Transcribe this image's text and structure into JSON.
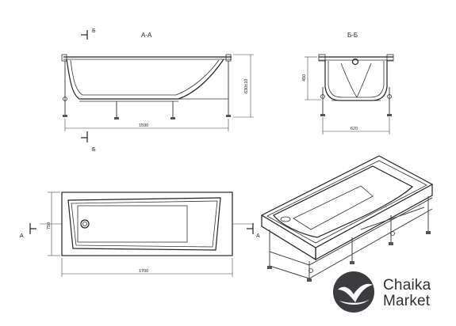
{
  "diagram": {
    "section_aa_title": "А-А",
    "section_bb_title": "Б-Б",
    "cut_marker_b": "Б",
    "cut_marker_a": "А",
    "dim_length_side": "1590",
    "dim_height_side": "630±10",
    "dim_height_end": "450",
    "dim_width_end": "620",
    "dim_width_top": "750",
    "dim_length_top": "1700"
  },
  "brand": {
    "name_line1": "Chaika",
    "name_line2": "Market",
    "icon": "seagull-circle-logo"
  }
}
